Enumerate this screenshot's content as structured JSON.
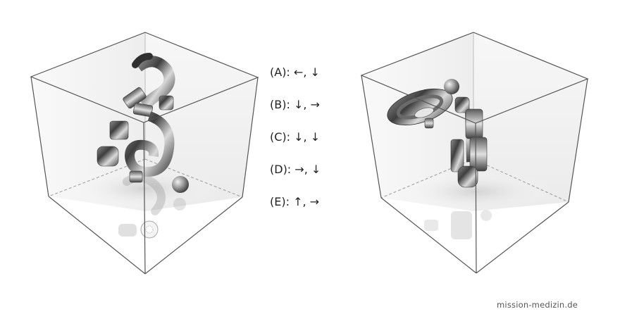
{
  "options": [
    {
      "label": "(A): ←, ↓"
    },
    {
      "label": "(B): ↓, →"
    },
    {
      "label": "(C): ↓, ↓"
    },
    {
      "label": "(D): →, ↓"
    },
    {
      "label": "(E): ↑, →"
    }
  ],
  "watermark": "mission-medizin.de",
  "colors": {
    "cube_edge": "#555555",
    "cube_face": "#eeeeee",
    "object_dark": "#3a3a3a",
    "object_light": "#c8c8c8"
  },
  "figures": [
    {
      "name": "left-cube",
      "icon": "wire-cube-with-folded-pipe-object"
    },
    {
      "name": "right-cube",
      "icon": "wire-cube-with-folded-pipe-object-rotated"
    }
  ]
}
